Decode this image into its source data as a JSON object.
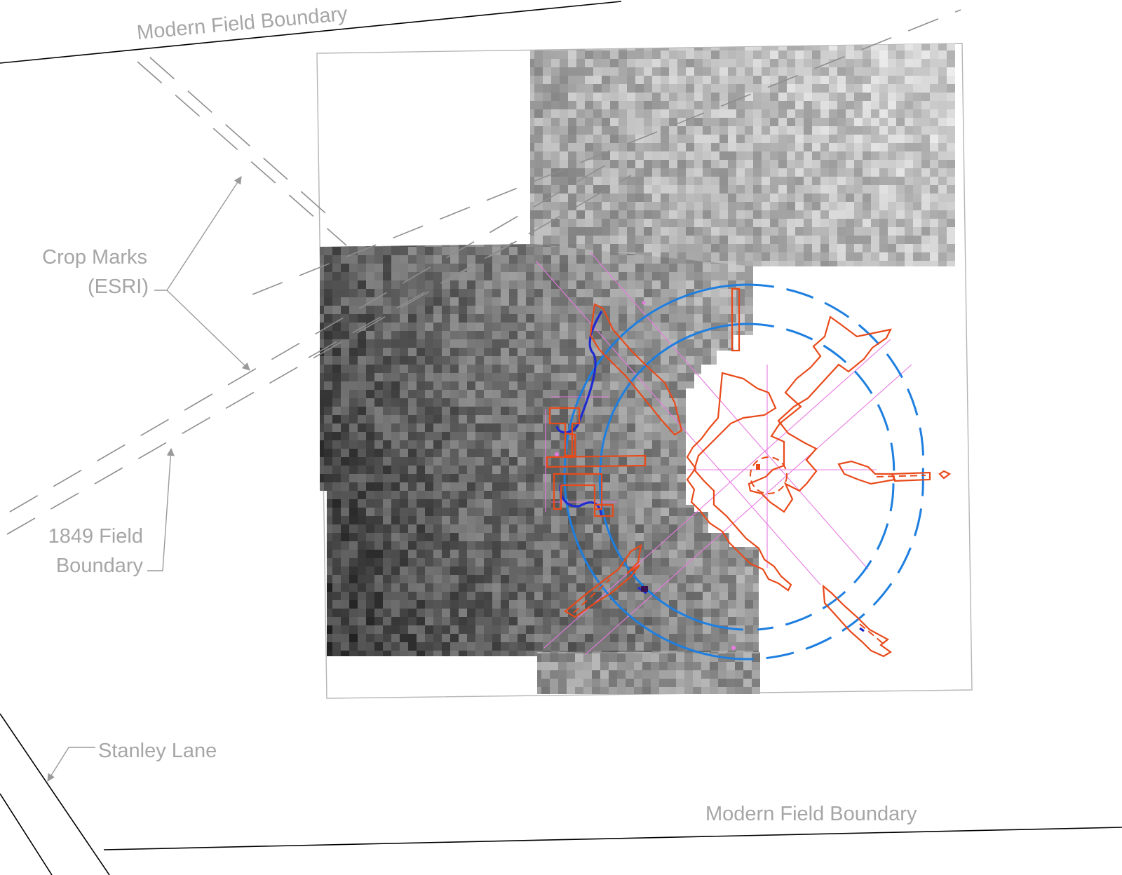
{
  "labels": {
    "modern_field_boundary_top": "Modern Field Boundary",
    "modern_field_boundary_bottom": "Modern Field Boundary",
    "crop_marks_line1": "Crop Marks",
    "crop_marks_line2": "(ESRI)",
    "field_1849_line1": "1849 Field",
    "field_1849_line2": "Boundary",
    "stanley_lane": "Stanley Lane"
  },
  "colors": {
    "wall_outline": "#e84a1a",
    "outer_ring": "#1e7fe0",
    "inner_ditch": "#1f2bd0",
    "guide_lines": "#e879e0",
    "label_text": "#a6a6a6",
    "boundary_lines": "#000000"
  }
}
